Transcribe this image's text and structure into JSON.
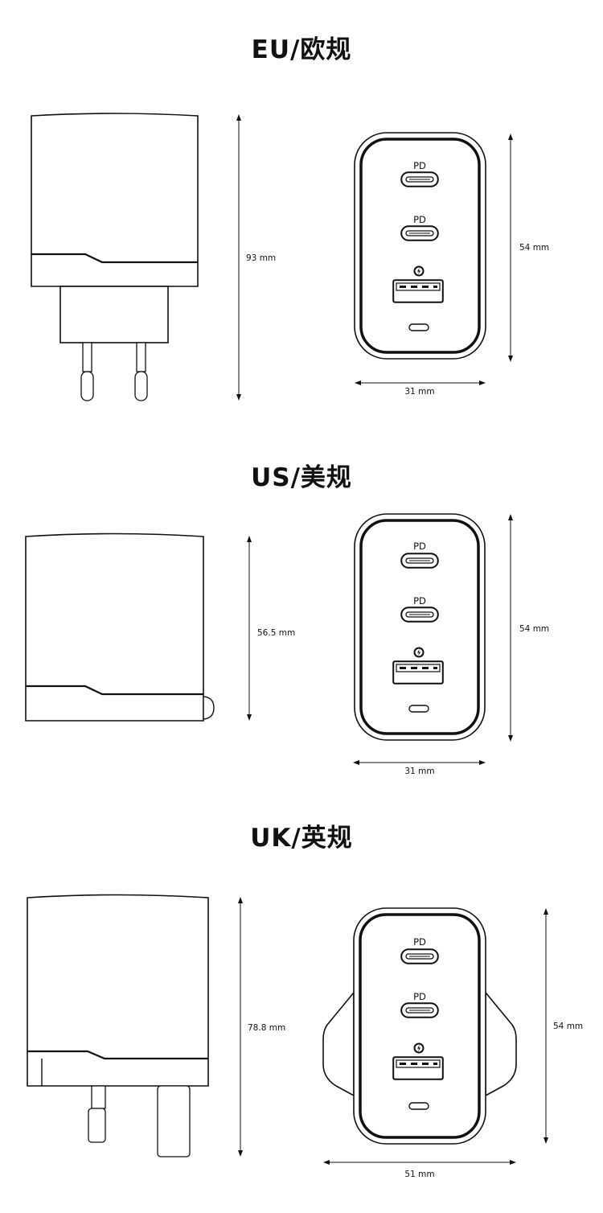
{
  "sections": [
    {
      "title": "EU/欧规",
      "side_height": "93 mm",
      "front_height": "54 mm",
      "front_width": "31 mm",
      "ports": [
        "PD",
        "PD"
      ]
    },
    {
      "title": "US/美规",
      "side_height": "56.5 mm",
      "front_height": "54 mm",
      "front_width": "31 mm",
      "ports": [
        "PD",
        "PD"
      ]
    },
    {
      "title": "UK/英规",
      "side_height": "78.8 mm",
      "front_height": "54 mm",
      "front_width": "51 mm",
      "ports": [
        "PD",
        "PD"
      ]
    }
  ],
  "icons": [
    "usb-c-port-icon",
    "usb-a-port-icon",
    "quick-charge-icon",
    "status-led-icon",
    "arrow-icon"
  ]
}
